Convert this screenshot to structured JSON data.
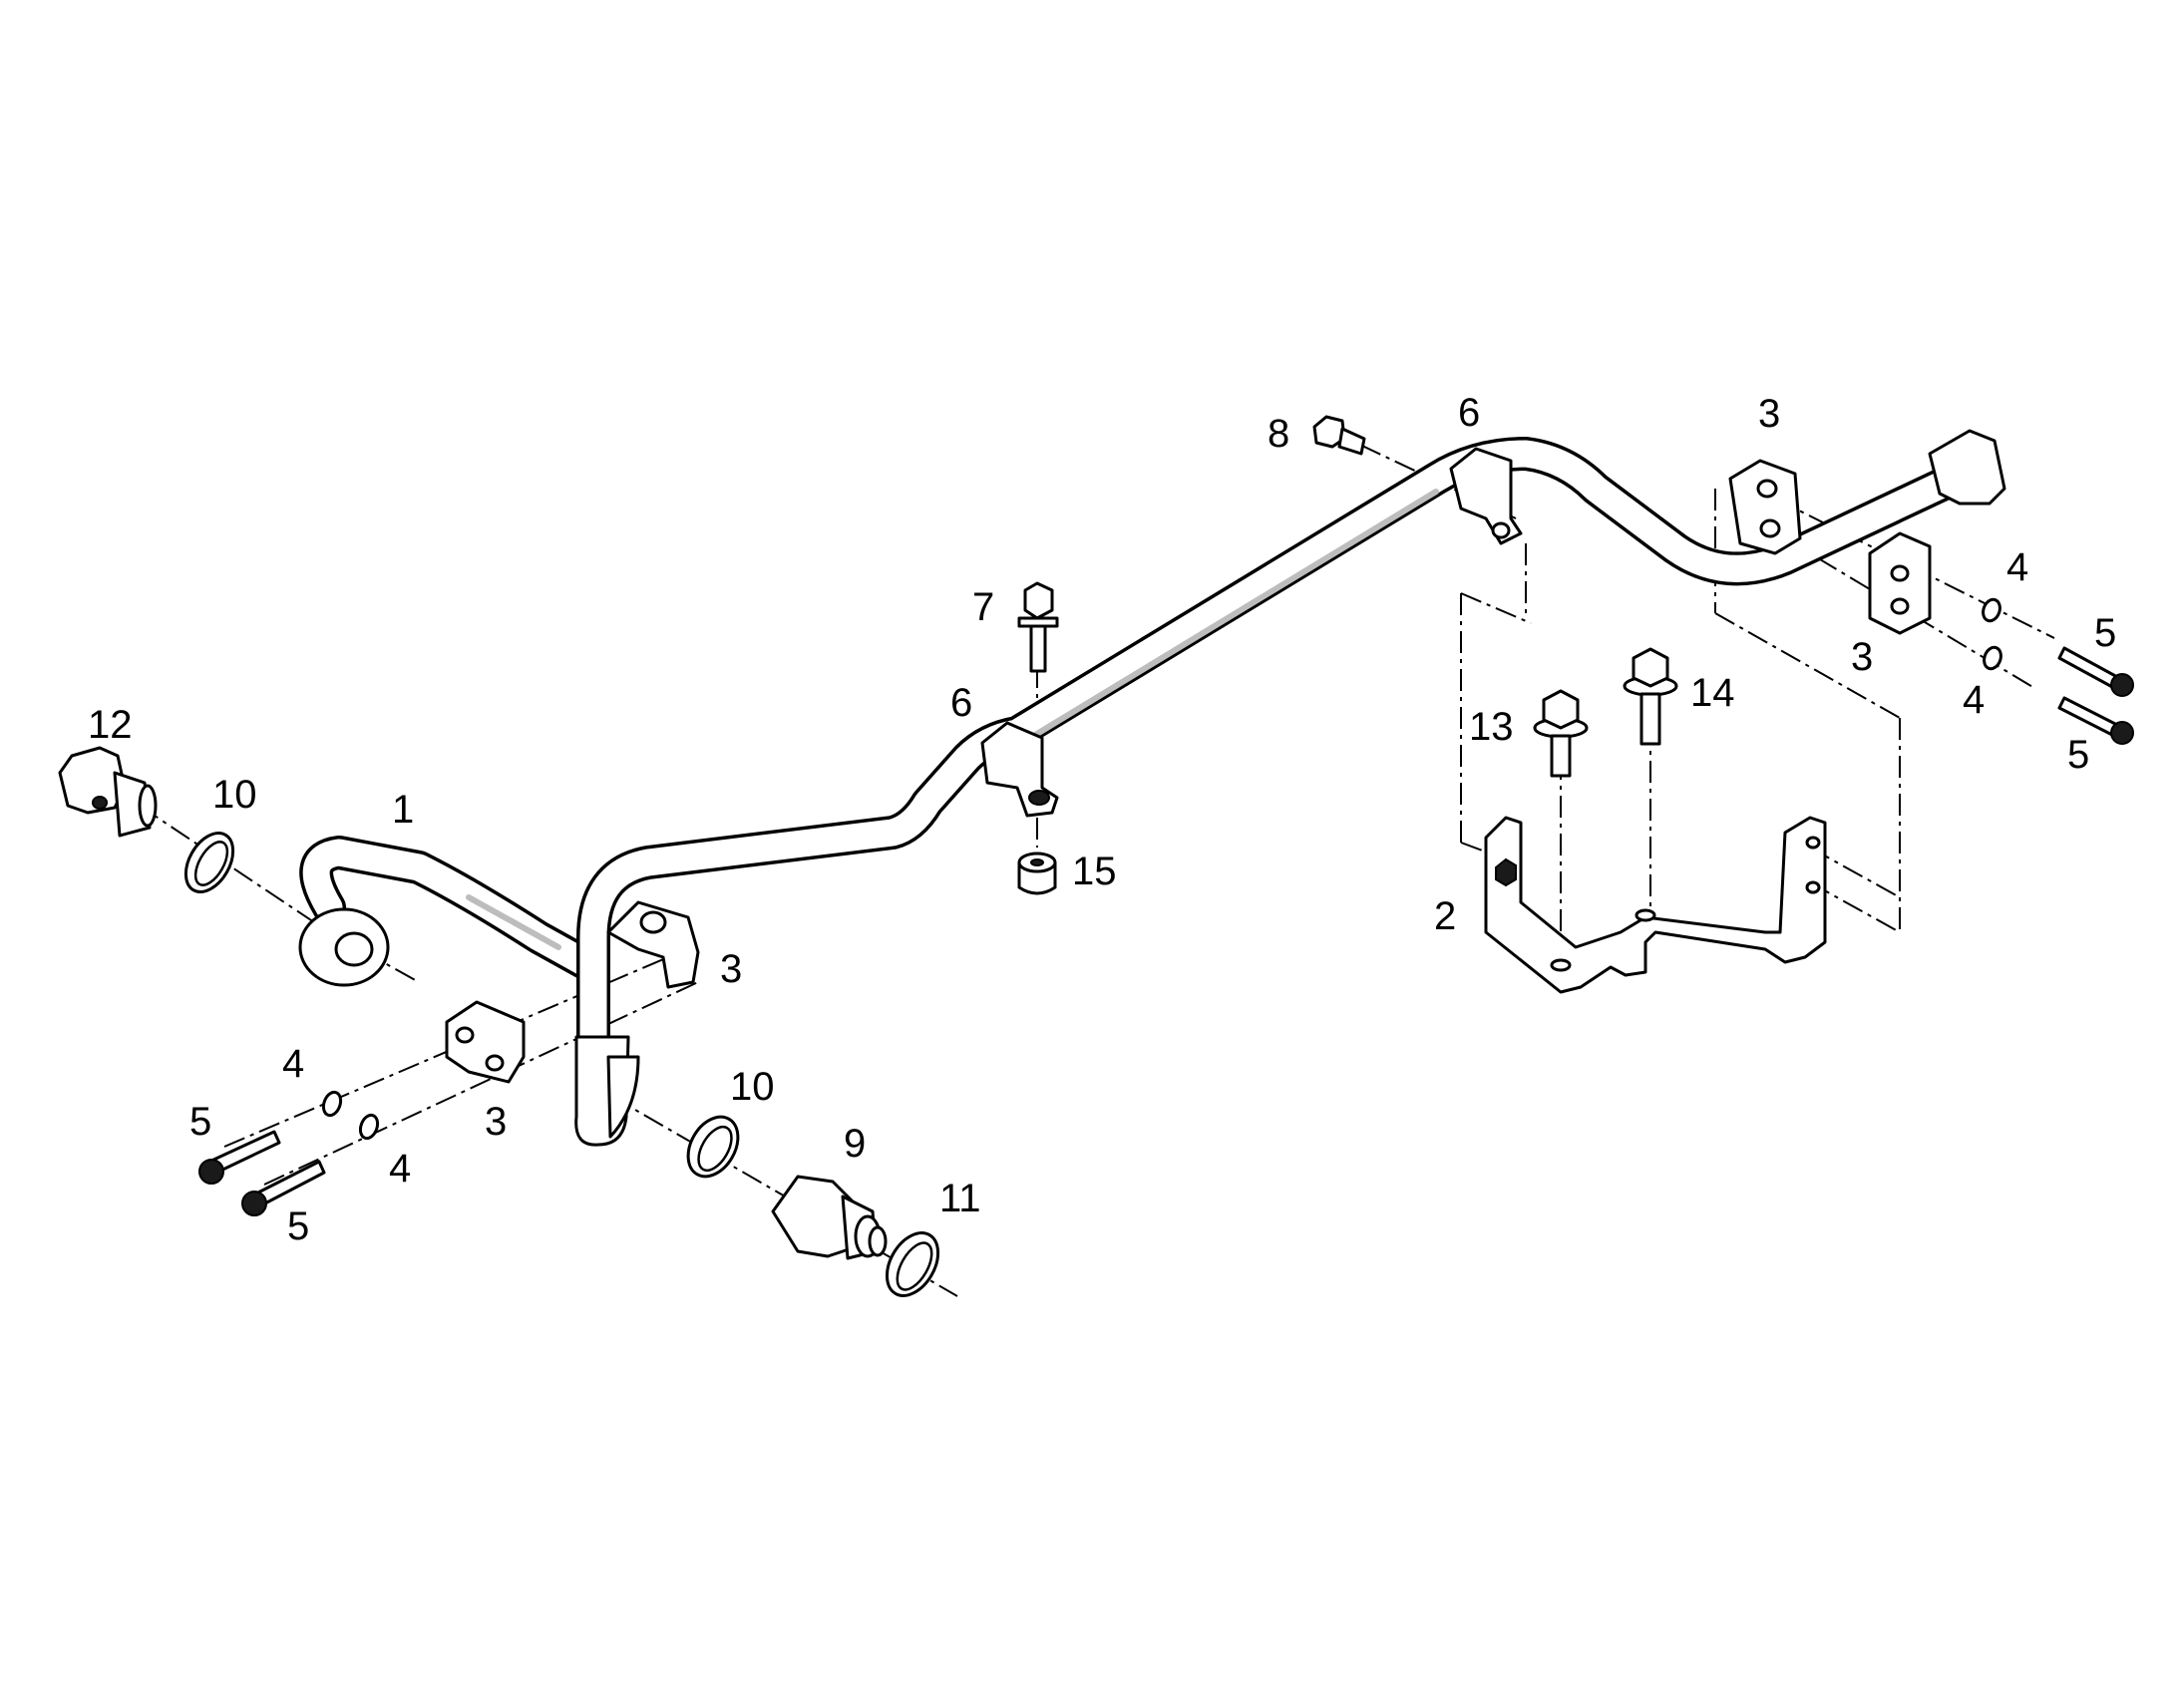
{
  "diagram": {
    "callouts": [
      {
        "id": "c12",
        "text": "12"
      },
      {
        "id": "c10a",
        "text": "10"
      },
      {
        "id": "c1",
        "text": "1"
      },
      {
        "id": "c3a",
        "text": "3"
      },
      {
        "id": "c3b",
        "text": "3"
      },
      {
        "id": "c4a",
        "text": "4"
      },
      {
        "id": "c4b",
        "text": "4"
      },
      {
        "id": "c5a",
        "text": "5"
      },
      {
        "id": "c5b",
        "text": "5"
      },
      {
        "id": "c10b",
        "text": "10"
      },
      {
        "id": "c9",
        "text": "9"
      },
      {
        "id": "c11",
        "text": "11"
      },
      {
        "id": "c7",
        "text": "7"
      },
      {
        "id": "c6a",
        "text": "6"
      },
      {
        "id": "c15",
        "text": "15"
      },
      {
        "id": "c8",
        "text": "8"
      },
      {
        "id": "c6b",
        "text": "6"
      },
      {
        "id": "c3c",
        "text": "3"
      },
      {
        "id": "c3d",
        "text": "3"
      },
      {
        "id": "c4c",
        "text": "4"
      },
      {
        "id": "c4d",
        "text": "4"
      },
      {
        "id": "c5c",
        "text": "5"
      },
      {
        "id": "c5d",
        "text": "5"
      },
      {
        "id": "c13",
        "text": "13"
      },
      {
        "id": "c14",
        "text": "14"
      },
      {
        "id": "c2",
        "text": "2"
      }
    ]
  }
}
